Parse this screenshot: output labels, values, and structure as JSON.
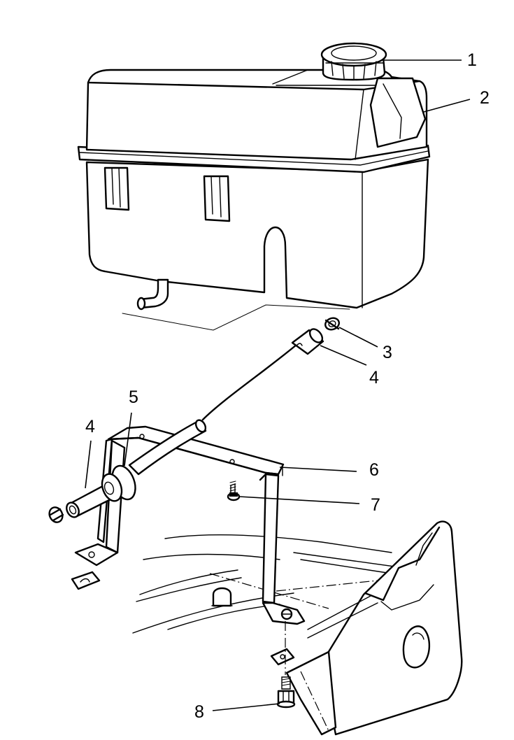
{
  "callouts": [
    {
      "id": "c1",
      "text": "1"
    },
    {
      "id": "c2",
      "text": "2"
    },
    {
      "id": "c3",
      "text": "3"
    },
    {
      "id": "c4a",
      "text": "4"
    },
    {
      "id": "c5",
      "text": "5"
    },
    {
      "id": "c4b",
      "text": "4"
    },
    {
      "id": "c6",
      "text": "6"
    },
    {
      "id": "c7",
      "text": "7"
    },
    {
      "id": "c8",
      "text": "8"
    }
  ]
}
